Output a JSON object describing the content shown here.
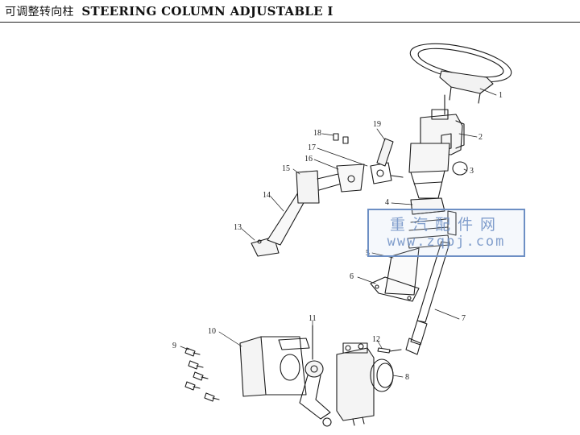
{
  "title": {
    "chinese": "可调整转向柱",
    "english": "STEERING COLUMN ADJUSTABLE I"
  },
  "callouts": [
    "1",
    "2",
    "3",
    "4",
    "5",
    "6",
    "7",
    "8",
    "9",
    "10",
    "11",
    "12",
    "13",
    "14",
    "15",
    "16",
    "17",
    "18",
    "19"
  ],
  "watermark": {
    "chinese": "重汽配件网",
    "url": "www.zqpj.com"
  }
}
